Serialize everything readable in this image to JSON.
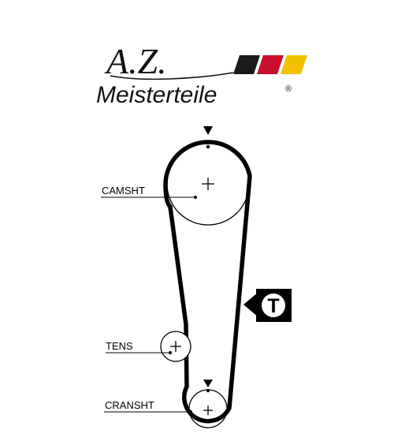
{
  "logo": {
    "script_text": "A.Z.",
    "wordmark": "Meisterteile",
    "registered_mark": "®",
    "stripe_colors": [
      "#1a1a1a",
      "#c8102e",
      "#f2c200"
    ]
  },
  "diagram": {
    "pulleys": [
      {
        "id": "camshaft",
        "label": "CAMSHT",
        "timing_mark": true
      },
      {
        "id": "tensioner",
        "label": "TENS",
        "timing_mark": false
      },
      {
        "id": "crankshaft",
        "label": "CRANSHT",
        "timing_mark": true
      }
    ],
    "tension_badge": {
      "letter": "T",
      "icon": "tension-arrow-icon"
    },
    "colors": {
      "line": "#000000",
      "background": "#ffffff"
    }
  }
}
